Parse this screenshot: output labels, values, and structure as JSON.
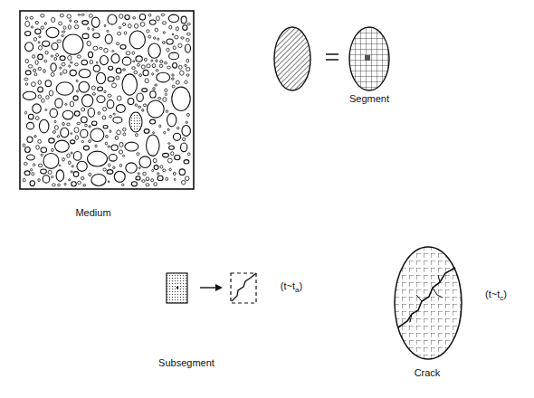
{
  "diagram": {
    "labels": [
      "Medium",
      "Segment",
      "Subsegment",
      "Crack",
      "(t~t",
      "a",
      ")",
      "(t~t",
      "c",
      ")"
    ]
  }
}
